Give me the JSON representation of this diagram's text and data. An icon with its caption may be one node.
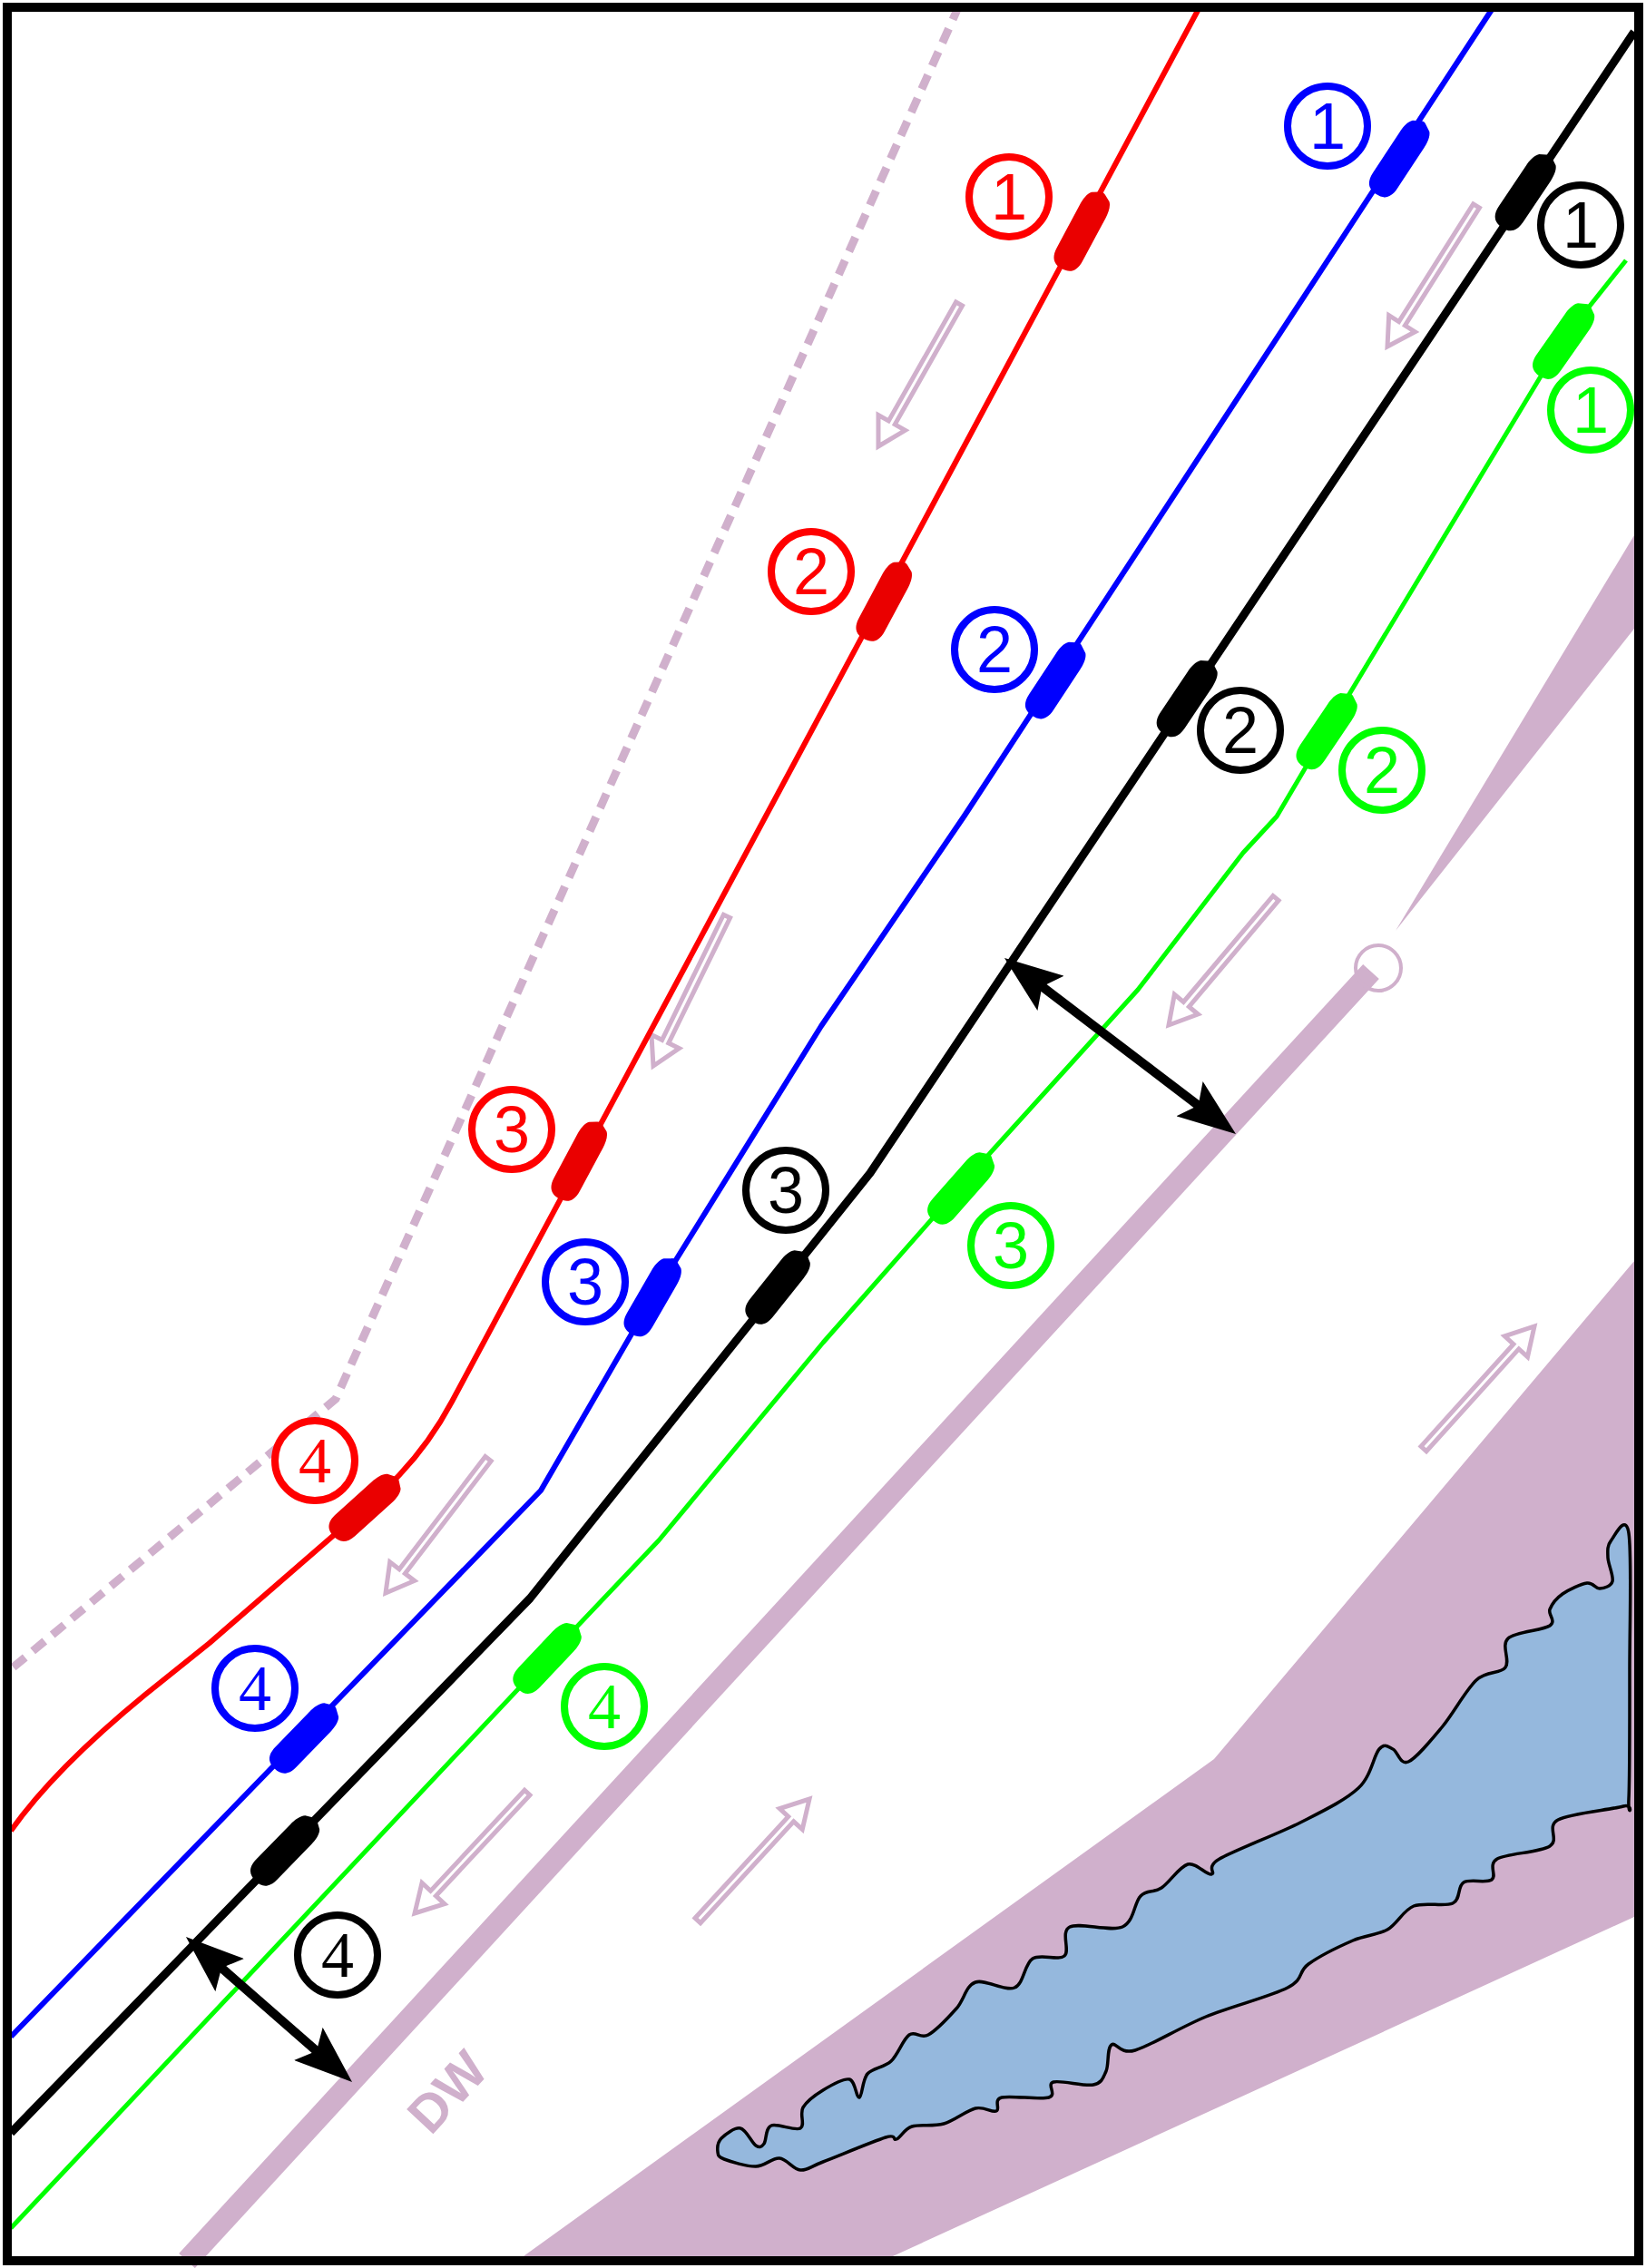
{
  "diagram": {
    "nodes": [
      {
        "text": [
          "1"
        ]
      },
      {
        "text": [
          "2"
        ]
      },
      {
        "text": [
          "3"
        ]
      },
      {
        "text": [
          "4"
        ]
      },
      {
        "text": [
          "1"
        ]
      },
      {
        "text": [
          "2"
        ]
      },
      {
        "text": [
          "3"
        ]
      },
      {
        "text": [
          "4"
        ]
      },
      {
        "text": [
          "1"
        ]
      },
      {
        "text": [
          "2"
        ]
      },
      {
        "text": [
          "3"
        ]
      },
      {
        "text": [
          "4"
        ]
      },
      {
        "text": [
          "1"
        ]
      },
      {
        "text": [
          "2"
        ]
      },
      {
        "text": [
          "3"
        ]
      },
      {
        "text": [
          "4"
        ]
      }
    ],
    "labels": [
      "DW"
    ]
  }
}
